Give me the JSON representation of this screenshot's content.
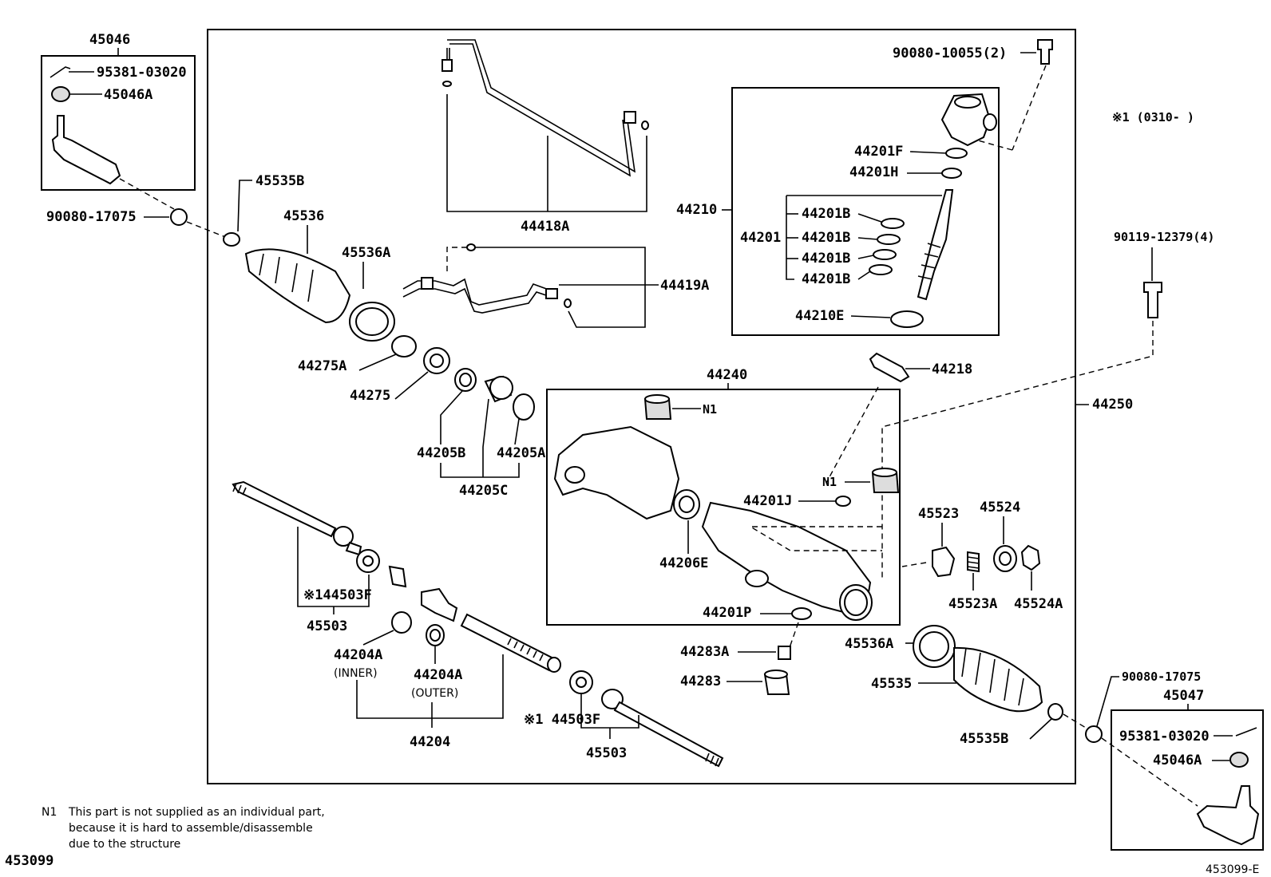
{
  "diagram_id": "453099",
  "figure_code": "453099-E",
  "assembly_number": "44250",
  "notes": {
    "n1_marker": "N1",
    "n1_lines": [
      "This part is not supplied as an individual part,",
      "because it is hard to assemble/disassemble",
      "due to the structure"
    ],
    "option_note": "※1 (0310-         )"
  },
  "parts": {
    "p45046": "45046",
    "p95381_l": "95381-03020",
    "p45046a_l": "45046A",
    "p90080_17075_l": "90080-17075",
    "p45535b_top": "45535B",
    "p45536": "45536",
    "p45536a_top": "45536A",
    "p44275a": "44275A",
    "p44275": "44275",
    "p44418a": "44418A",
    "p44419a": "44419A",
    "p90080_10055": "90080-10055(2)",
    "p44201f": "44201F",
    "p44201h": "44201H",
    "p44210": "44210",
    "p44201": "44201",
    "p44201b": "44201B",
    "p44210e": "44210E",
    "p44218": "44218",
    "p90119": "90119-12379(4)",
    "p44250": "44250",
    "p44240": "44240",
    "n1": "N1",
    "p44205b": "44205B",
    "p44205a": "44205A",
    "p44205c": "44205C",
    "p44201j": "44201J",
    "p44206e": "44206E",
    "p44201p": "44201P",
    "p45523": "45523",
    "p45524": "45524",
    "p45523a": "45523A",
    "p45524a": "45524A",
    "p44503f": "※144503F",
    "p44503f_b": "※1 44503F",
    "p45503": "45503",
    "p44204a_inner": "44204A",
    "inner": "(INNER)",
    "p44204a_outer": "44204A",
    "outer": "(OUTER)",
    "p44204": "44204",
    "p44283a": "44283A",
    "p44283": "44283",
    "p45536a_bot": "45536A",
    "p45535": "45535",
    "p45535b_bot": "45535B",
    "p90080_17075_r": "90080-17075",
    "p45047": "45047",
    "p95381_r": "95381-03020",
    "p45046a_r": "45046A"
  }
}
